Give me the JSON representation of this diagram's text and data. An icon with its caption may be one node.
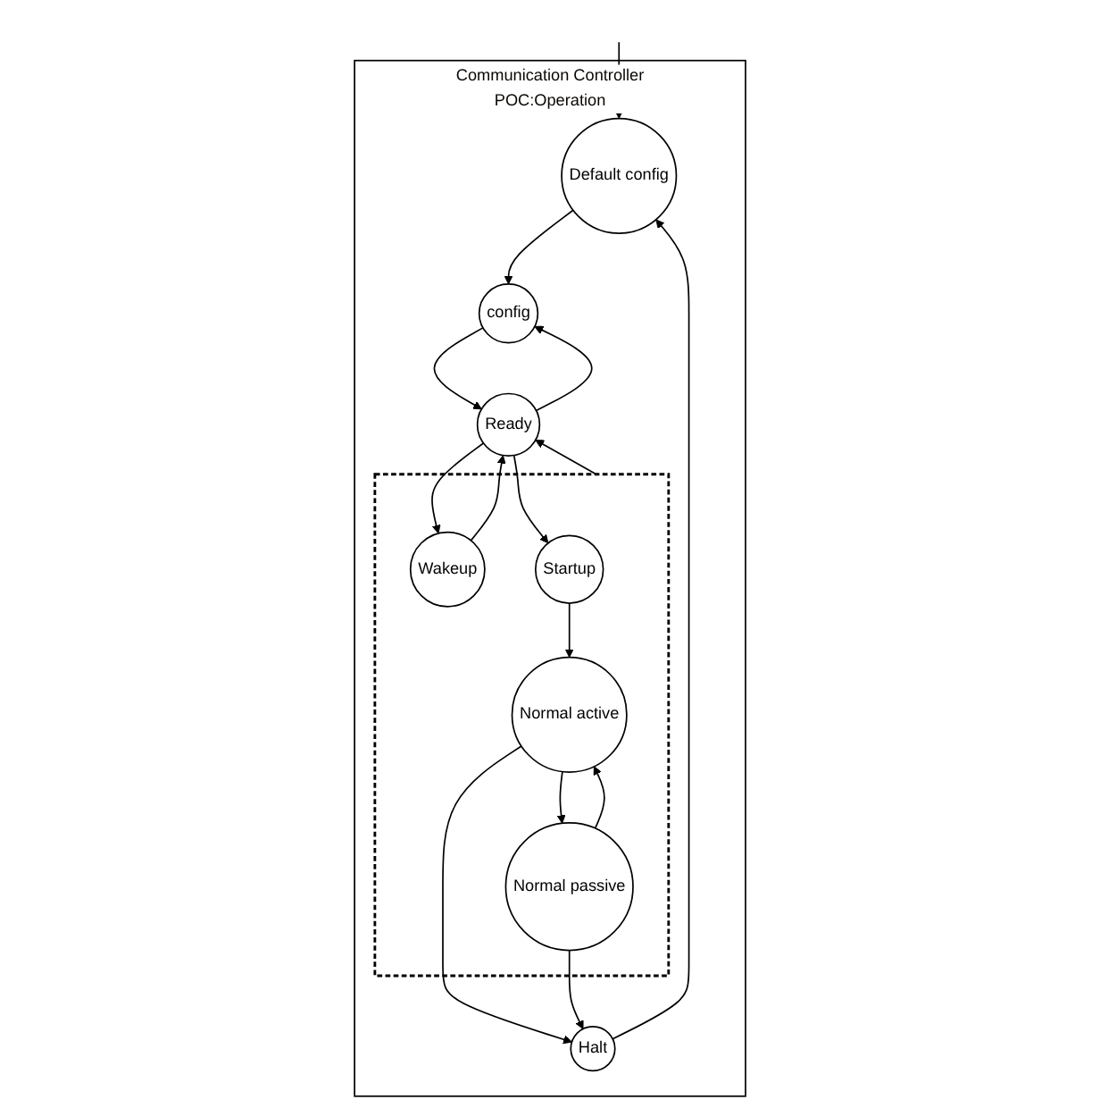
{
  "diagram": {
    "nodes": [
      {
        "text": [
          "Communication Controller",
          "POC:Operation"
        ]
      },
      {
        "text": [
          "Default config"
        ],
        "in": 0
      },
      {
        "text": [
          "config"
        ],
        "in": 0
      },
      {
        "text": [
          "Ready"
        ],
        "in": 0
      },
      {
        "text": [
          "Halt"
        ],
        "in": 0
      },
      {
        "text": [],
        "shape": "box",
        "in": 0
      },
      {
        "text": [
          "Wakeup"
        ],
        "in": 5
      },
      {
        "text": [
          "Startup"
        ],
        "in": 5
      },
      {
        "text": [
          "Normal active"
        ],
        "in": 5
      },
      {
        "text": [
          "Normal passive"
        ],
        "in": 5
      }
    ],
    "edges": [
      {
        "from": null,
        "to": 1,
        "arrow": "to"
      },
      {
        "from": 1,
        "to": 2,
        "arrow": "to"
      },
      {
        "from": 2,
        "to": 3,
        "arrow": "to"
      },
      {
        "from": 3,
        "to": 2,
        "arrow": "to"
      },
      {
        "from": 4,
        "to": 1,
        "arrow": "to"
      },
      {
        "from": 5,
        "to": 3,
        "arrow": "to"
      },
      {
        "from": 6,
        "to": 3,
        "arrow": "to"
      },
      {
        "from": 3,
        "to": 6,
        "arrow": "to"
      },
      {
        "from": 3,
        "to": 7,
        "arrow": "to"
      },
      {
        "from": 7,
        "to": 8,
        "arrow": "to"
      },
      {
        "from": 8,
        "to": 4,
        "arrow": "to"
      },
      {
        "from": 9,
        "to": 4,
        "arrow": "to"
      },
      {
        "from": 8,
        "to": 9,
        "arrow": "to"
      },
      {
        "from": 9,
        "to": 8,
        "arrow": "to"
      }
    ]
  }
}
